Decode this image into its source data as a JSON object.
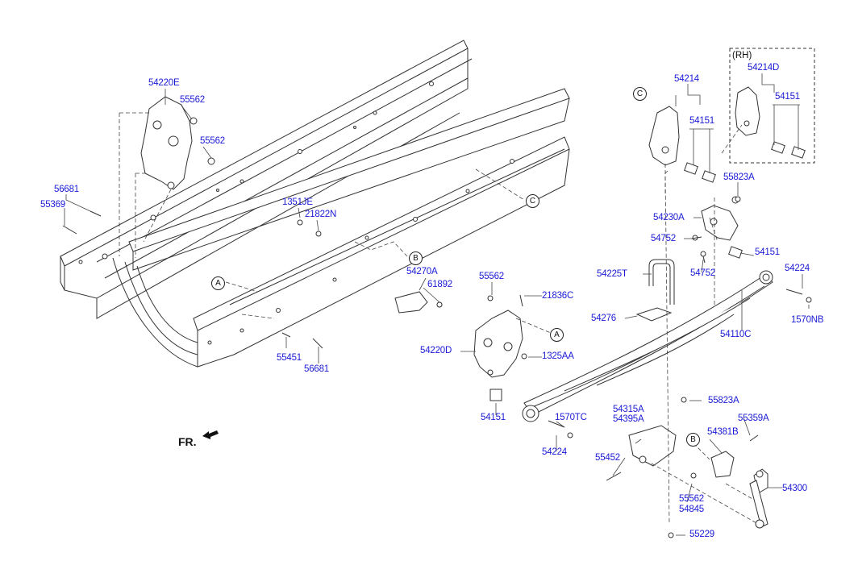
{
  "diagram": {
    "direction_label": "FR.",
    "rh_label": "(RH)",
    "ref_letters": {
      "a1": "A",
      "a2": "A",
      "b1": "B",
      "b2": "B",
      "c1": "C",
      "c2": "C"
    },
    "part_numbers": {
      "p54220E": "54220E",
      "p55562_a": "55562",
      "p55562_b": "55562",
      "p56681_a": "56681",
      "p55369": "55369",
      "p1351JE": "1351JE",
      "p21822N": "21822N",
      "p54270A": "54270A",
      "p61892": "61892",
      "p55451": "55451",
      "p56681_b": "56681",
      "p55562_c": "55562",
      "p21836C": "21836C",
      "p54220D": "54220D",
      "p1325AA": "1325AA",
      "p54151_a": "54151",
      "p1570TC": "1570TC",
      "p54224_a": "54224",
      "p54214": "54214",
      "p54151_b": "54151",
      "p54214D": "54214D",
      "p54151_c": "54151",
      "p55823A_a": "55823A",
      "p54230A": "54230A",
      "p54752_a": "54752",
      "p54752_b": "54752",
      "p54151_d": "54151",
      "p54224_b": "54224",
      "p1570NB": "1570NB",
      "p54225T": "54225T",
      "p54276": "54276",
      "p54110C": "54110C",
      "p55823A_b": "55823A",
      "p54315A": "54315A",
      "p54395A": "54395A",
      "p55359A": "55359A",
      "p54381B": "54381B",
      "p55452": "55452",
      "p55562_d": "55562",
      "p54845": "54845",
      "p54300": "54300",
      "p55229": "55229"
    }
  },
  "colors": {
    "part_number": "#1a1ad6",
    "line": "#222222",
    "leader": "#444444"
  }
}
